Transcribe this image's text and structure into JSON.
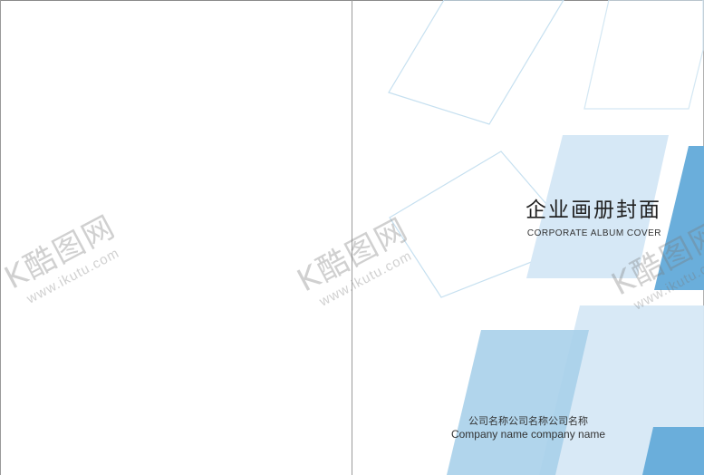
{
  "cover": {
    "title_cn": "企业画册封面",
    "title_en": "CORPORATE ALBUM COVER",
    "company_cn": "公司名称公司名称公司名称",
    "company_en": "Company name company name"
  },
  "watermark": {
    "logo_text": "K酷图网",
    "url": "www.ikutu.com"
  },
  "colors": {
    "light_blue": "#d6e8f6",
    "mid_blue": "#a9d0ea",
    "deep_blue": "#6aaedb",
    "outline_blue": "#c6e0f0",
    "text": "#222222"
  }
}
